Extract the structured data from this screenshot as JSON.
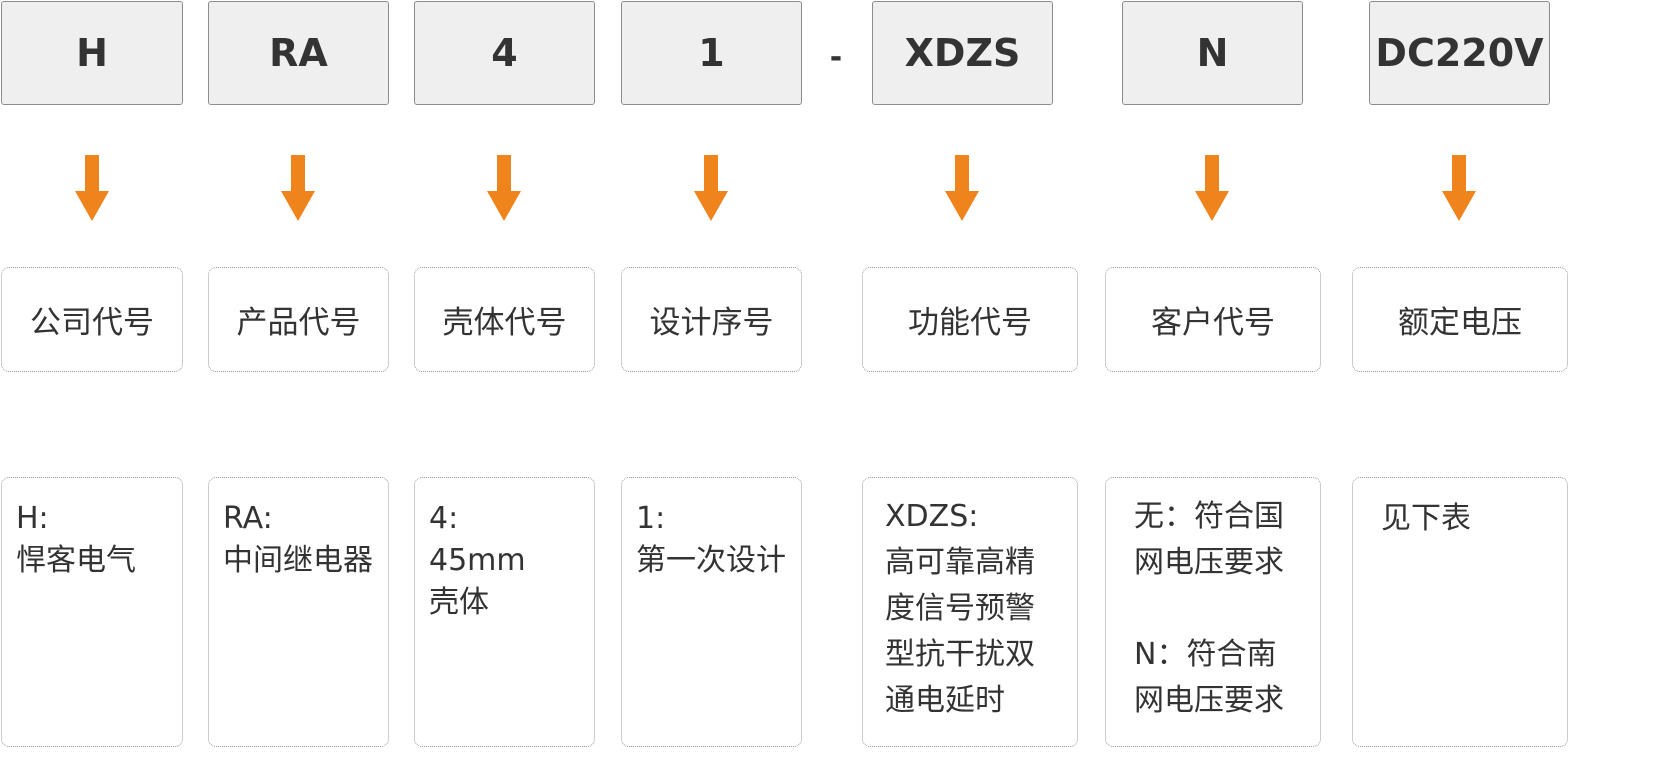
{
  "segments": [
    {
      "code": "H",
      "label": "公司代号",
      "desc": "H:\n悍客电气"
    },
    {
      "code": "RA",
      "label": "产品代号",
      "desc": "RA:\n中间继电器"
    },
    {
      "code": "4",
      "label": "壳体代号",
      "desc": "4:\n45mm\n壳体"
    },
    {
      "code": "1",
      "label": "设计序号",
      "desc": "1:\n第一次设计"
    },
    {
      "code": "XDZS",
      "label": "功能代号",
      "desc": "XDZS:\n高可靠高精\n度信号预警\n型抗干扰双\n通电延时"
    },
    {
      "code": "N",
      "label": "客户代号",
      "desc": "无：符合国\n网电压要求\n\nN：符合南\n网电压要求"
    },
    {
      "code": "DC220V",
      "label": "额定电压",
      "desc": "见下表"
    }
  ],
  "separator": "-",
  "arrow_color": "#f0841c"
}
